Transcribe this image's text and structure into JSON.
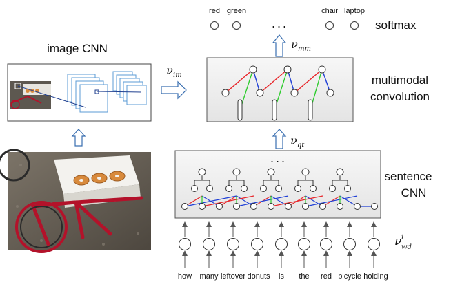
{
  "labels": {
    "image_cnn": "image CNN",
    "softmax": "softmax",
    "multimodal_line1": "multimodal",
    "multimodal_line2": "convolution",
    "sentence_line1": "sentence",
    "sentence_line2": "CNN"
  },
  "output_words": [
    "red",
    "green",
    "chair",
    "laptop"
  ],
  "ellipsis": "...",
  "math": {
    "v_im": {
      "base": "ν",
      "sub": "im"
    },
    "v_mm": {
      "base": "ν",
      "sub": "mm"
    },
    "v_qt": {
      "base": "ν",
      "sub": "qt"
    },
    "v_wd": {
      "base": "ν",
      "sub": "wd",
      "sup": "i"
    }
  },
  "question_words": [
    "how",
    "many",
    "leftover",
    "donuts",
    "is",
    "the",
    "red",
    "bicycle",
    "holding"
  ],
  "colors": {
    "red_edge": "#e8262a",
    "green_edge": "#2ecc2e",
    "blue_edge": "#1f3fd6",
    "cnn_box_stroke": "#5b9bd5",
    "panel_fill": "#efefef",
    "bike_red": "#b3122a"
  }
}
